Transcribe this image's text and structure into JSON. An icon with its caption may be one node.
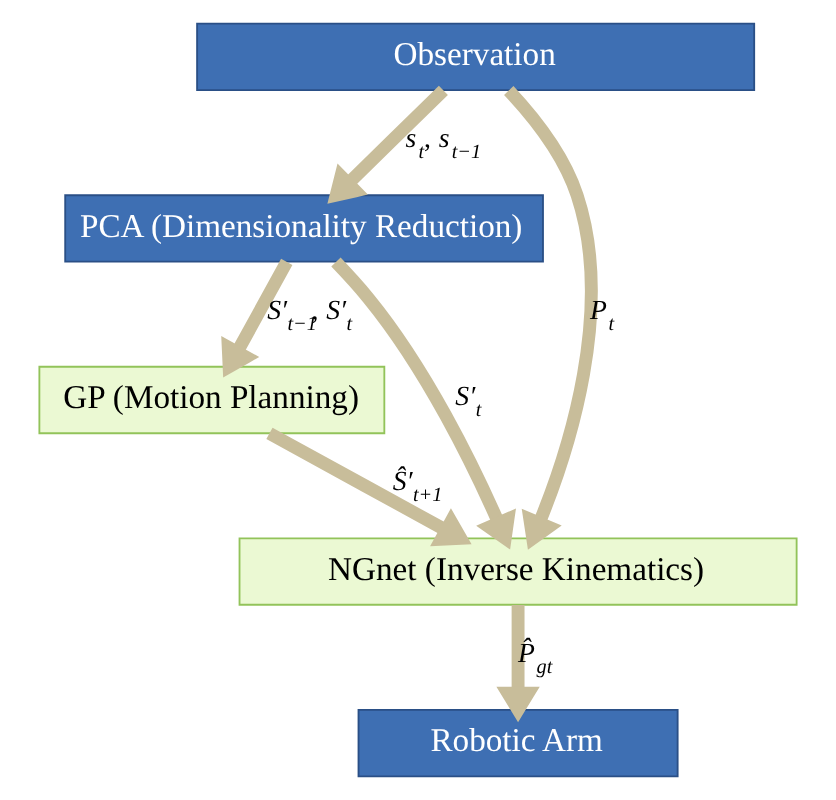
{
  "diagram": {
    "nodes": [
      {
        "text": [
          "Observation"
        ]
      },
      {
        "text": [
          "PCA (Dimensionality Reduction)"
        ]
      },
      {
        "text": [
          "GP (Motion Planning)"
        ]
      },
      {
        "text": [
          "NGnet (Inverse Kinematics)"
        ]
      },
      {
        "text": [
          "Robotic Arm"
        ]
      }
    ],
    "edges": [
      {
        "from": 0,
        "to": 1,
        "arrow": "to",
        "label": "*s*$_{t}$, *s*$_{t−1}$"
      },
      {
        "from": 1,
        "to": 2,
        "arrow": "to",
        "label": "*S′*$_{t−1}$, *S′*$_{t}$"
      },
      {
        "from": 2,
        "to": 3,
        "arrow": "to",
        "label": "*Ŝ′*$_{t+1}$"
      },
      {
        "from": 0,
        "to": 3,
        "arrow": "to",
        "label": "*P*$_{t}$"
      },
      {
        "from": 1,
        "to": 3,
        "arrow": "to",
        "label": "*S′*$_{t}$"
      },
      {
        "from": 3,
        "to": 4,
        "arrow": "to",
        "label": "*P̂*$_{gt}$"
      }
    ]
  }
}
